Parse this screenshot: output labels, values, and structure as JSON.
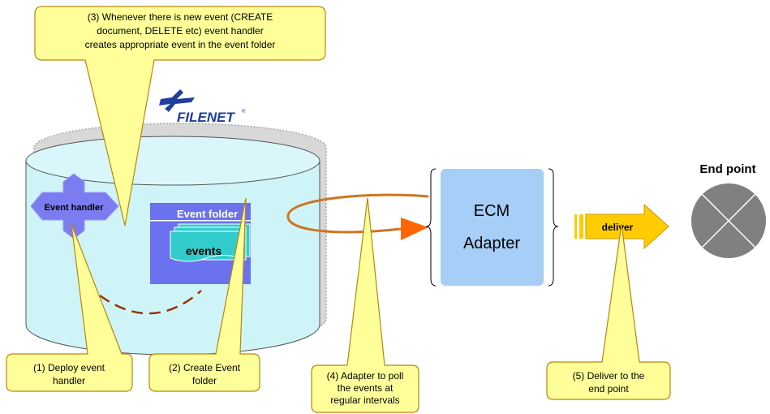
{
  "colors": {
    "callout_fill": "#ffff99",
    "callout_border": "#b8860b",
    "cylinder_fill": "#cff4f8",
    "folder_fill": "#6a72f0",
    "events_fill": "#33cccc",
    "adapter_fill": "#a6cef7",
    "arrow_orange": "#ff6600",
    "loop_orange": "#cc7722",
    "deliver_fill": "#ffcc00",
    "endpoint_fill": "#808080"
  },
  "logo": {
    "text": "FILENET"
  },
  "event_handler": {
    "label": "Event handler",
    "icon": "star-shape"
  },
  "event_folder": {
    "title": "Event folder",
    "events_label": "events"
  },
  "adapter": {
    "line1": "ECM",
    "line2": "Adapter"
  },
  "deliver": {
    "label": "deliver"
  },
  "endpoint": {
    "title": "End point",
    "icon": "x-circle"
  },
  "callouts": {
    "top": [
      "(3) Whenever there is new event (CREATE",
      "document, DELETE etc) event handler",
      "creates appropriate event in the event folder"
    ],
    "deploy": [
      "(1) Deploy event",
      "handler"
    ],
    "create": [
      "(2) Create Event",
      "folder"
    ],
    "poll": [
      "(4) Adapter to poll",
      "the events at",
      "regular intervals"
    ],
    "deliver": [
      "(5) Deliver to the",
      "end point"
    ]
  }
}
